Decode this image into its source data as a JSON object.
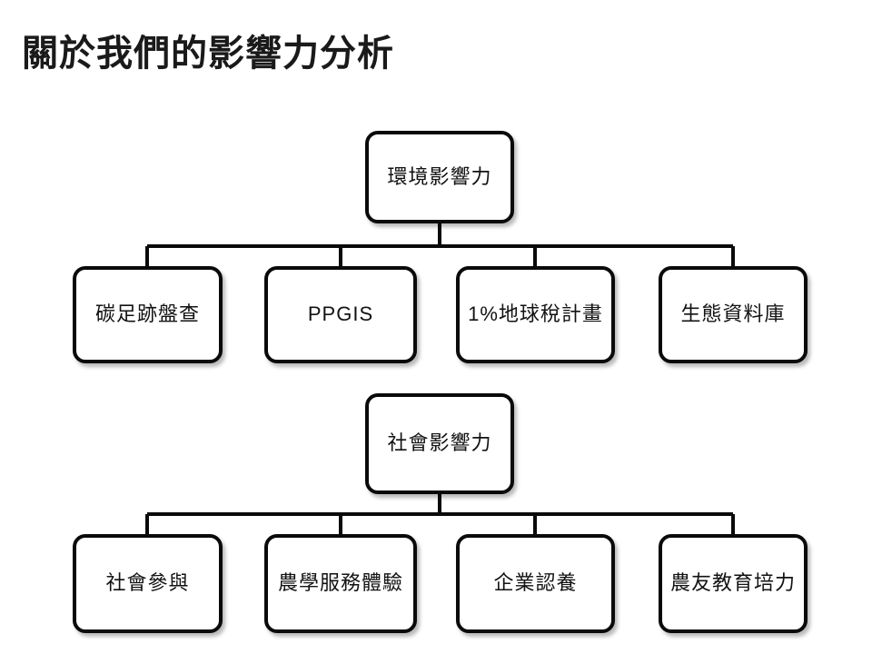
{
  "slide": {
    "title": "關於我們的影響力分析",
    "background_color": "#ffffff",
    "line_color": "#0a0a0a",
    "text_color": "#121212"
  },
  "chart_data": {
    "type": "diagram",
    "diagram_kind": "org-tree",
    "title": "關於我們的影響力分析",
    "trees": [
      {
        "root": "環境影響力",
        "children": [
          "碳足跡盤查",
          "PPGIS",
          "1%地球稅計畫",
          "生態資料庫"
        ]
      },
      {
        "root": "社會影響力",
        "children": [
          "社會參與",
          "農學服務體驗",
          "企業認養",
          "農友教育培力"
        ]
      }
    ]
  },
  "tree1": {
    "root": {
      "label": "環境影響力"
    },
    "children": [
      {
        "label": "碳足跡盤查"
      },
      {
        "label": "PPGIS"
      },
      {
        "label": "1%地球稅計畫"
      },
      {
        "label": "生態資料庫"
      }
    ]
  },
  "tree2": {
    "root": {
      "label": "社會影響力"
    },
    "children": [
      {
        "label": "社會參與"
      },
      {
        "label": "農學服務體驗"
      },
      {
        "label": "企業認養"
      },
      {
        "label": "農友教育培力"
      }
    ]
  }
}
